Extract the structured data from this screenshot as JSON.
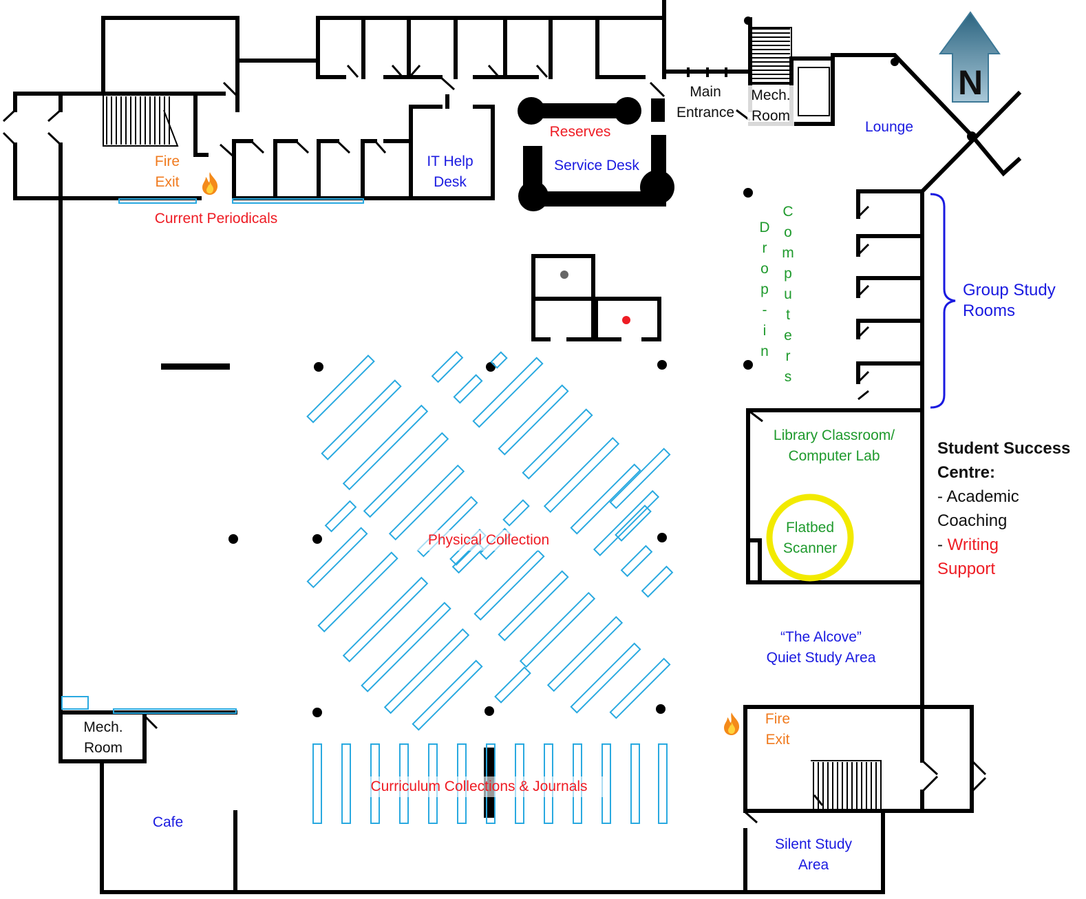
{
  "compass": {
    "label": "N"
  },
  "labels": {
    "current_periodicals": "Current Periodicals",
    "fire_exit_top": [
      "Fire",
      "Exit"
    ],
    "it_help_desk": [
      "IT Help",
      "Desk"
    ],
    "reserves": "Reserves",
    "service_desk": "Service Desk",
    "main_entrance": [
      "Main",
      "Entrance"
    ],
    "mech_room_top": [
      "Mech.",
      "Room"
    ],
    "lounge": "Lounge",
    "drop_in": [
      "D",
      "r",
      "o",
      "p",
      "-",
      "i",
      "n"
    ],
    "computers": [
      "C",
      "o",
      "m",
      "p",
      "u",
      "t",
      "e",
      "r",
      "s"
    ],
    "group_study_rooms": [
      "Group Study",
      "Rooms"
    ],
    "library_classroom": [
      "Library Classroom/",
      "Computer Lab"
    ],
    "flatbed_scanner": [
      "Flatbed",
      "Scanner"
    ],
    "physical_collection": "Physical Collection",
    "the_alcove": [
      "“The Alcove”",
      "Quiet Study Area"
    ],
    "fire_exit_bottom": [
      "Fire",
      "Exit"
    ],
    "mech_room_bottom": [
      "Mech.",
      "Room"
    ],
    "cafe": "Cafe",
    "curriculum": "Curriculum Collections & Journals",
    "silent_study": [
      "Silent Study",
      "Area"
    ]
  },
  "student_success": {
    "title": [
      "Student Success",
      "Centre:"
    ],
    "items": [
      "- Academic",
      "Coaching"
    ],
    "writing_prefix": "- ",
    "writing": [
      "Writing",
      "Support"
    ]
  },
  "colors": {
    "walls": "#000000",
    "shelves": "#29a9e0",
    "highlight": "#f2ea00",
    "compass": "#3d7896"
  },
  "icons": [
    "fire-icon",
    "north-arrow-icon",
    "stairs-icon"
  ]
}
